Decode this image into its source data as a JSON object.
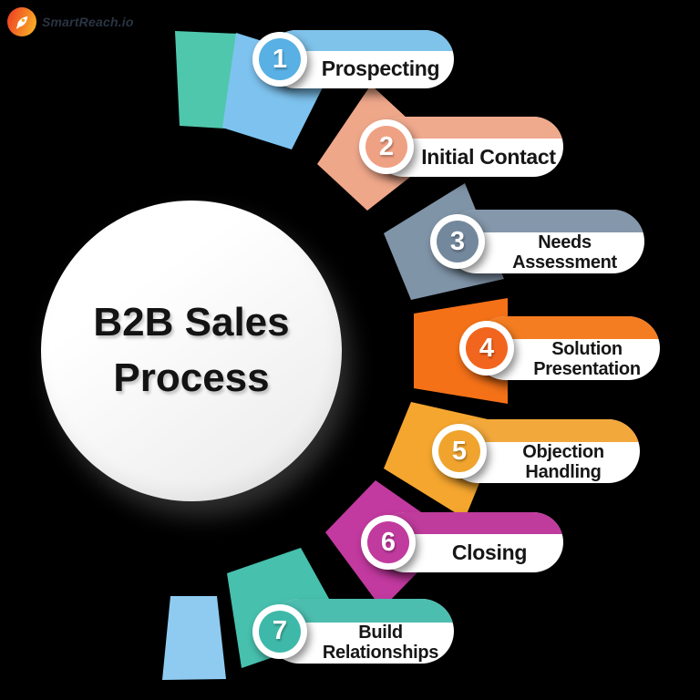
{
  "brand": {
    "name": "SmartReach.io",
    "icon": "rocket-icon",
    "icon_colors": {
      "circle_start": "#EE4B23",
      "circle_end": "#F9A826",
      "rocket": "#FFFFFF"
    }
  },
  "center": {
    "line1": "B2B Sales",
    "line2": "Process"
  },
  "steps": [
    {
      "number": "1",
      "label_line1": "Prospecting",
      "label_line2": "",
      "band_color": "#7FC2EA",
      "badge_color": "#58B0E4"
    },
    {
      "number": "2",
      "label_line1": "Initial Contact",
      "label_line2": "",
      "band_color": "#EFA98D",
      "badge_color": "#EFA183"
    },
    {
      "number": "3",
      "label_line1": "Needs",
      "label_line2": "Assessment",
      "band_color": "#8497AB",
      "badge_color": "#73889D"
    },
    {
      "number": "4",
      "label_line1": "Solution",
      "label_line2": "Presentation",
      "band_color": "#F57D21",
      "badge_color": "#F2651E"
    },
    {
      "number": "5",
      "label_line1": "Objection",
      "label_line2": "Handling",
      "band_color": "#F2A83B",
      "badge_color": "#F0A42E"
    },
    {
      "number": "6",
      "label_line1": "Closing",
      "label_line2": "",
      "band_color": "#BF3C9D",
      "badge_color": "#C13A9E"
    },
    {
      "number": "7",
      "label_line1": "Build",
      "label_line2": "Relationships",
      "band_color": "#4CBEAF",
      "badge_color": "#3EB9A9"
    }
  ],
  "ring": {
    "segments": [
      {
        "name": "segment-start-teal",
        "color": "#4FC7AD"
      },
      {
        "name": "segment-step-1",
        "color": "#7EC3EF"
      },
      {
        "name": "segment-step-2",
        "color": "#EFA78A"
      },
      {
        "name": "segment-step-3",
        "color": "#8094A8"
      },
      {
        "name": "segment-step-4",
        "color": "#F47118"
      },
      {
        "name": "segment-step-5",
        "color": "#F5A62F"
      },
      {
        "name": "segment-step-6",
        "color": "#C2399F"
      },
      {
        "name": "segment-step-7",
        "color": "#47C0AE"
      },
      {
        "name": "segment-end-blue",
        "color": "#8FCBF1"
      }
    ]
  }
}
